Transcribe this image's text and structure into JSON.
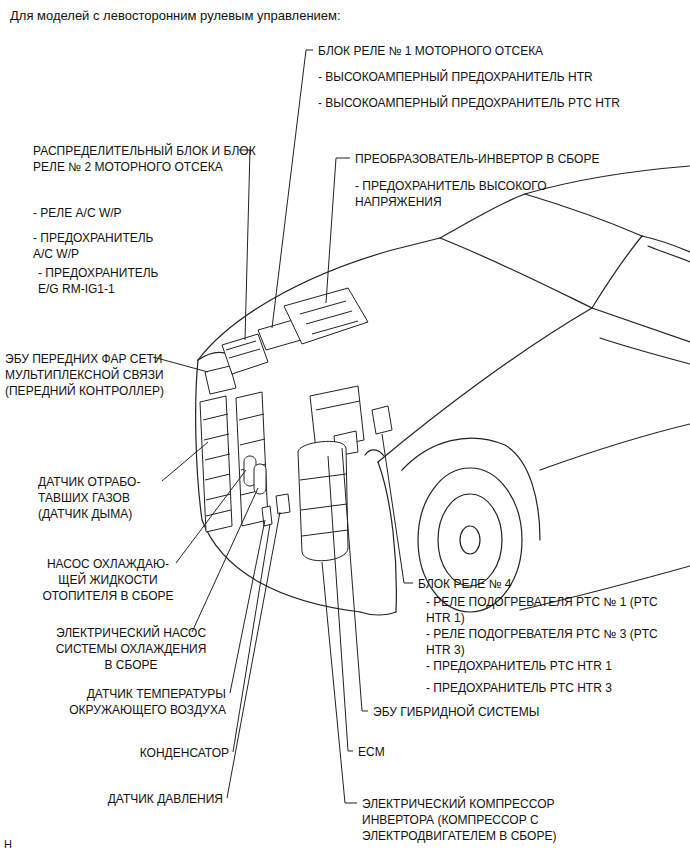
{
  "diagram": {
    "title": "Для моделей с левосторонним рулевым управлением:",
    "labels": [
      "БЛОК РЕЛЕ № 1 МОТОРНОГО ОТСЕКА",
      "- ВЫСОКОАМПЕРНЫЙ ПРЕДОХРАНИТЕЛЬ HTR",
      "- ВЫСОКОАМПЕРНЫЙ ПРЕДОХРАНИТЕЛЬ PTC HTR",
      "РАСПРЕДЕЛИТЕЛЬНЫЙ БЛОК И БЛОК РЕЛЕ № 2 МОТОРНОГО ОТСЕКА",
      "- РЕЛЕ A/C W/P",
      "- ПРЕДОХРАНИТЕЛЬ A/C W/P",
      "- ПРЕДОХРАНИТЕЛЬ E/G RM-IG1-1",
      "ПРЕОБРАЗОВАТЕЛЬ-ИНВЕРТОР В СБОРЕ",
      "- ПРЕДОХРАНИТЕЛЬ ВЫСОКОГО НАПРЯЖЕНИЯ",
      "ЭБУ ПЕРЕДНИХ ФАР СЕТИ МУЛЬТИПЛЕКСНОЙ СВЯЗИ (ПЕРЕДНИЙ КОНТРОЛЛЕР)",
      "ДАТЧИК ОТРАБО- ТАВШИХ ГАЗОВ (ДАТЧИК ДЫМА)",
      "НАСОС ОХЛАЖДАЮ- ЩЕЙ ЖИДКОСТИ ОТОПИТЕЛЯ В СБОРЕ",
      "ЭЛЕКТРИЧЕСКИЙ НАСОС СИСТЕМЫ ОХЛАЖДЕНИЯ В СБОРЕ",
      "ДАТЧИК ТЕМПЕРАТУРЫ ОКРУЖАЮЩЕГО ВОЗДУХА",
      "КОНДЕНСАТОР",
      "ДАТЧИК ДАВЛЕНИЯ",
      "БЛОК РЕЛЕ № 4",
      "- РЕЛЕ ПОДОГРЕВАТЕЛЯ PTC № 1 (PTC HTR 1)",
      "- РЕЛЕ ПОДОГРЕВАТЕЛЯ PTC № 3 (PTC HTR 3)",
      "- ПРЕДОХРАНИТЕЛЬ PTC HTR 1",
      "- ПРЕДОХРАНИТЕЛЬ PTC HTR 3",
      "ЭБУ ГИБРИДНОЙ СИСТЕМЫ",
      "ECM",
      "ЭЛЕКТРИЧЕСКИЙ КОМПРЕССОР ИНВЕРТОРА (КОМПРЕССОР С ЭЛЕКТРОДВИГАТЕЛЕМ В СБОРЕ)",
      "H"
    ]
  }
}
